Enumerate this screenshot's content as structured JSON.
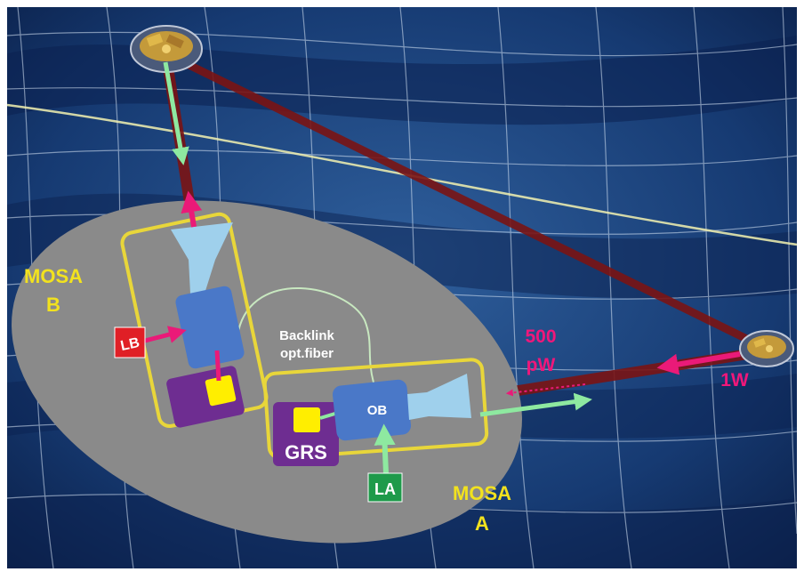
{
  "labels": {
    "mosa_b_line1": "MOSA",
    "mosa_b_line2": "B",
    "mosa_a_line1": "MOSA",
    "mosa_a_line2": "A",
    "lb": "LB",
    "la": "LA",
    "ob": "OB",
    "grs": "GRS",
    "backlink_line1": "Backlink",
    "backlink_line2": "opt.fiber",
    "power_received_line1": "500",
    "power_received_line2": "pW",
    "power_emitted": "1W"
  },
  "colors": {
    "mosa_frame": "#e8d63a",
    "mosa_label": "#f2e21e",
    "optical_bench": "#4a78c8",
    "telescope": "#9fd0ec",
    "grs_housing": "#6e2d91",
    "test_mass": "#ffee00",
    "laser_b": "#e01f26",
    "laser_a": "#1e9a4a",
    "beam_out": "#8ee9a0",
    "beam_in": "#ea1a78",
    "laser_link": "#7a1414",
    "platform": "#8a8a8a",
    "fiber": "#c8e8c0",
    "power_label": "#f0177a"
  },
  "icons": [
    "spacecraft-icon",
    "telescope-icon",
    "test-mass-icon"
  ]
}
